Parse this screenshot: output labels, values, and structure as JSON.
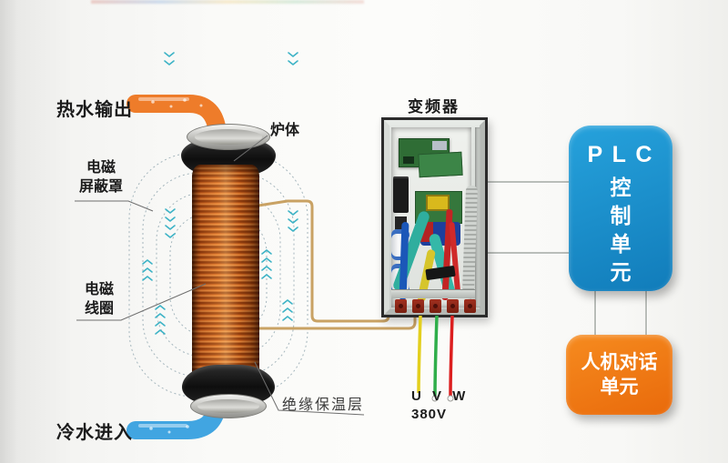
{
  "labels": {
    "hot_water": "热水输出",
    "cold_water": "冷水进入",
    "shield_l1": "电磁",
    "shield_l2": "屏蔽罩",
    "coil_l1": "电磁",
    "coil_l2": "线圈",
    "furnace": "炉体",
    "insulation": "绝缘保温层",
    "inverter": "变频器",
    "uvw": "U V W",
    "voltage": "380V"
  },
  "plc": {
    "title": "P L C",
    "chars": [
      "控",
      "制",
      "单",
      "元"
    ]
  },
  "hmi": {
    "line1": "人机对话",
    "line2": "单元"
  },
  "colors": {
    "hot_pipe": "#ee7c2a",
    "cold_pipe": "#41a5e1",
    "plc_blue": "#26a2dc",
    "plc_blue_dark": "#117cba",
    "hmi_orange": "#f68b1f",
    "hmi_orange_dark": "#e96a0b",
    "wire_u": "#e3cf1d",
    "wire_v": "#2fae4a",
    "wire_w": "#dc1f1f",
    "tan_wire": "#c9a264",
    "field_dash": "#a5b6bd",
    "arrow_teal": "#3db3c6",
    "connector_gray": "#b9bdb9",
    "leader_gray": "#6e6e6e",
    "label_black": "#1c1c1c"
  }
}
